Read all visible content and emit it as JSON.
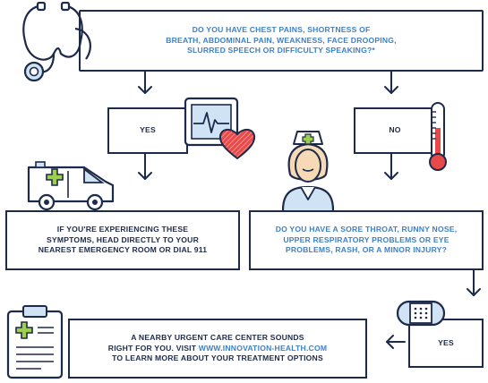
{
  "nodes": {
    "question1": "DO YOU HAVE CHEST PAINS, SHORTNESS OF\nBREATH, ABDOMINAL PAIN, WEAKNESS, FACE DROOPING,\nSLURRED SPEECH OR DIFFICULTY SPEAKING?*",
    "yes1": "YES",
    "no1": "NO",
    "emergency": "IF YOU'RE EXPERIENCING THESE\nSYMPTOMS, HEAD DIRECTLY TO YOUR\nNEAREST EMERGENCY ROOM OR DIAL 911",
    "question2": "DO YOU HAVE A SORE THROAT, RUNNY NOSE,\nUPPER RESPIRATORY PROBLEMS OR EYE\nPROBLEMS, RASH, OR A MINOR INJURY?",
    "yes2": "YES",
    "urgent": {
      "line1": "A NEARBY URGENT CARE CENTER SOUNDS",
      "line2_pre": "RIGHT FOR YOU. VISIT ",
      "url": "WWW.INNOVATION-HEALTH.COM",
      "line3": "TO LEARN MORE ABOUT YOUR TREATMENT OPTIONS"
    }
  },
  "colors": {
    "navy": "#1d2a4a",
    "blue": "#3f80c4",
    "red": "#e84a4a",
    "skin": "#f6d9b5",
    "green": "#9fd04d",
    "lightblue": "#cfe3f4"
  },
  "icons": [
    "stethoscope-icon",
    "heart-monitor-icon",
    "heart-icon",
    "thermometer-icon",
    "ambulance-icon",
    "nurse-icon",
    "bandage-icon",
    "clipboard-icon"
  ]
}
